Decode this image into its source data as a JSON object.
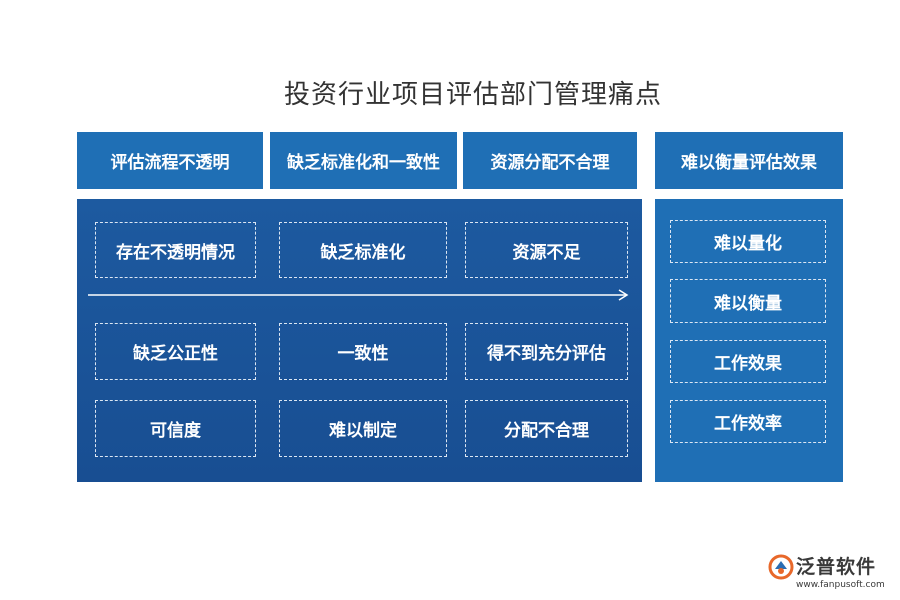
{
  "title": "投资行业项目评估部门管理痛点",
  "headers": [
    "评估流程不透明",
    "缺乏标准化和一致性",
    "资源分配不合理",
    "难以衡量评估效果"
  ],
  "left_grid": [
    [
      "存在不透明情况",
      "缺乏标准化",
      "资源不足"
    ],
    [
      "缺乏公正性",
      "一致性",
      "得不到充分评估"
    ],
    [
      "可信度",
      "难以制定",
      "分配不合理"
    ]
  ],
  "right_list": [
    "难以量化",
    "难以衡量",
    "工作效果",
    "工作效率"
  ],
  "logo": {
    "name": "泛普软件",
    "url": "www.fanpusoft.com"
  },
  "colors": {
    "header": "#1f6fb5",
    "panel_left": "#1b5599",
    "panel_right": "#1f6fb5",
    "logo_accent": "#e8682a"
  }
}
